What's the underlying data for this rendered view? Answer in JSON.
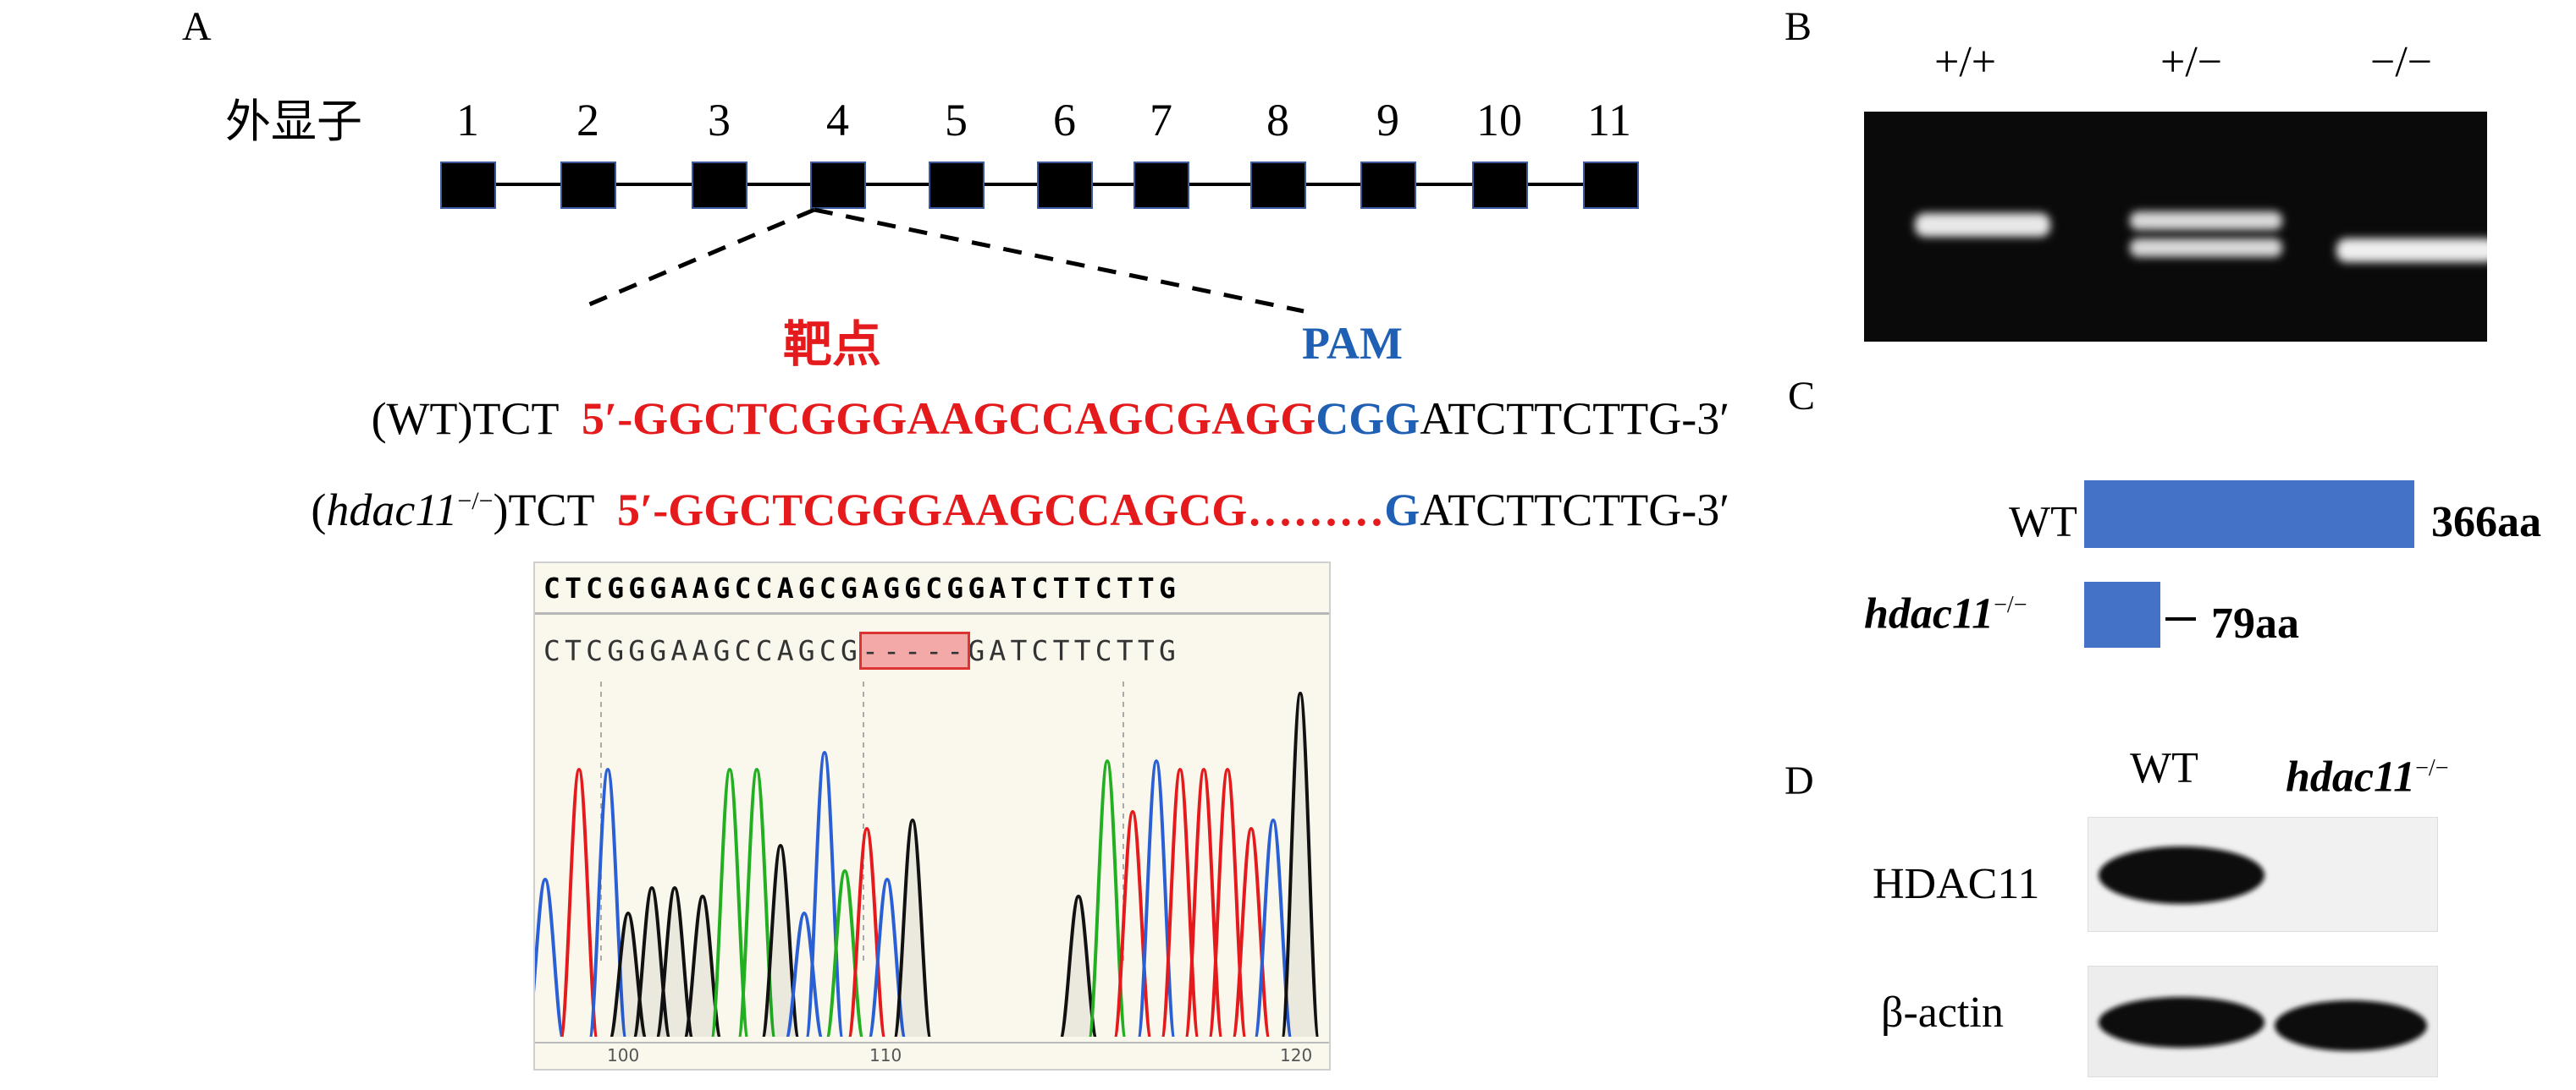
{
  "panelA": {
    "letter": "A",
    "exon_label": "外显子",
    "exons": [
      "1",
      "2",
      "3",
      "4",
      "5",
      "6",
      "7",
      "8",
      "9",
      "10",
      "11"
    ],
    "target_label": "靶点",
    "pam_label": "PAM",
    "wt_seq": {
      "prefix": "(WT)TCT",
      "red": "5′-GGCTCGGGAAGCCAGCGAGG",
      "blue": "CGG",
      "tail": "ATCTTCTTG-3′"
    },
    "mut_seq": {
      "prefix_open": "(",
      "prefix_italic": "hdac11",
      "prefix_sup": "−/−",
      "prefix_close": ")TCT",
      "red": "5′-GGCTCGGGAAGCCAGCG………",
      "blue": "G",
      "tail": "ATCTTCTTG-3′"
    },
    "chromatogram": {
      "reference": "CTCGGGAAGCCAGCGAGGCGGATCTTCTTG",
      "read_before": "CTCGGGAAGCCAGCG",
      "read_gap": "-----",
      "read_after": "GATCTTCTTG",
      "ticks": [
        "100",
        "110",
        "120"
      ]
    }
  },
  "panelB": {
    "letter": "B",
    "lanes": [
      "+/+",
      "+/−",
      "−/−"
    ]
  },
  "panelC": {
    "letter": "C",
    "rows": [
      {
        "label": "WT",
        "italic": false,
        "sup": "",
        "value": "366aa"
      },
      {
        "label": "hdac11",
        "italic": true,
        "sup": "−/−",
        "value": "79aa"
      }
    ]
  },
  "panelD": {
    "letter": "D",
    "col_wt": "WT",
    "col_mut": "hdac11",
    "col_mut_sup": "−/−",
    "row1": "HDAC11",
    "row2": "β-actin"
  },
  "colors": {
    "red": "#e41a1c",
    "blue": "#1f5fb4",
    "bar_blue": "#4472c4",
    "trace_red": "#e41a1c",
    "trace_blue": "#2b5fd6",
    "trace_green": "#22b022",
    "trace_black": "#111111"
  }
}
